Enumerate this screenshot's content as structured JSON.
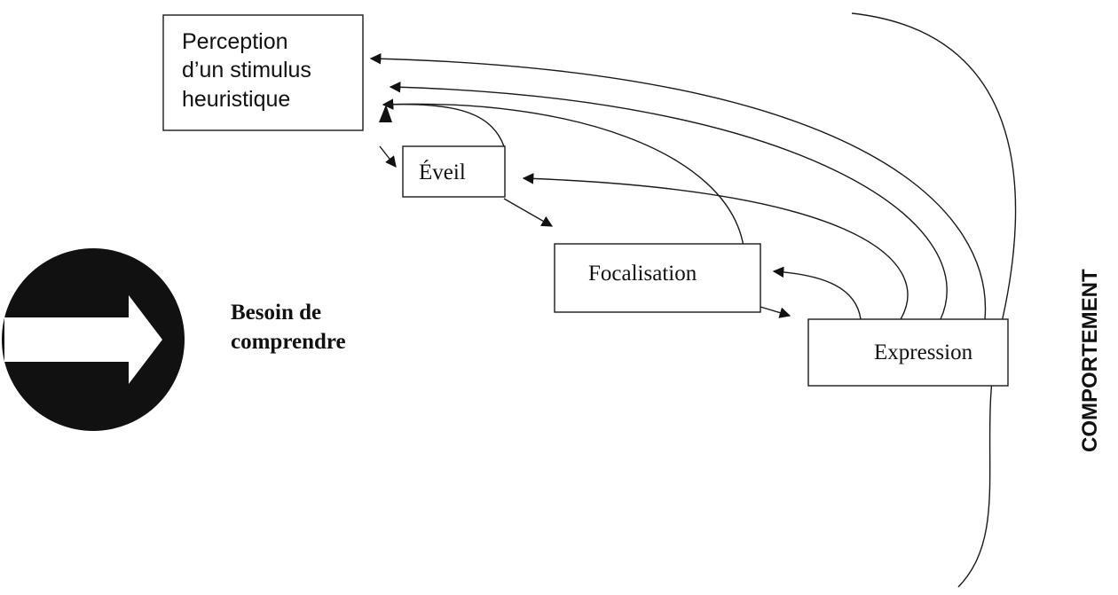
{
  "boxes": {
    "perception": {
      "line1": "Perception",
      "line2": "d’un stimulus",
      "line3": "heuristique"
    },
    "eveil": {
      "label": "Éveil"
    },
    "focalisation": {
      "label": "Focalisation"
    },
    "expression": {
      "label": "Expression"
    }
  },
  "need": {
    "line1": "Besoin de",
    "line2": "comprendre",
    "icon": "right-arrow-circle-icon"
  },
  "behavior": {
    "label": "COMPORTEMENT"
  },
  "colors": {
    "ink": "#111111",
    "background": "#ffffff"
  }
}
